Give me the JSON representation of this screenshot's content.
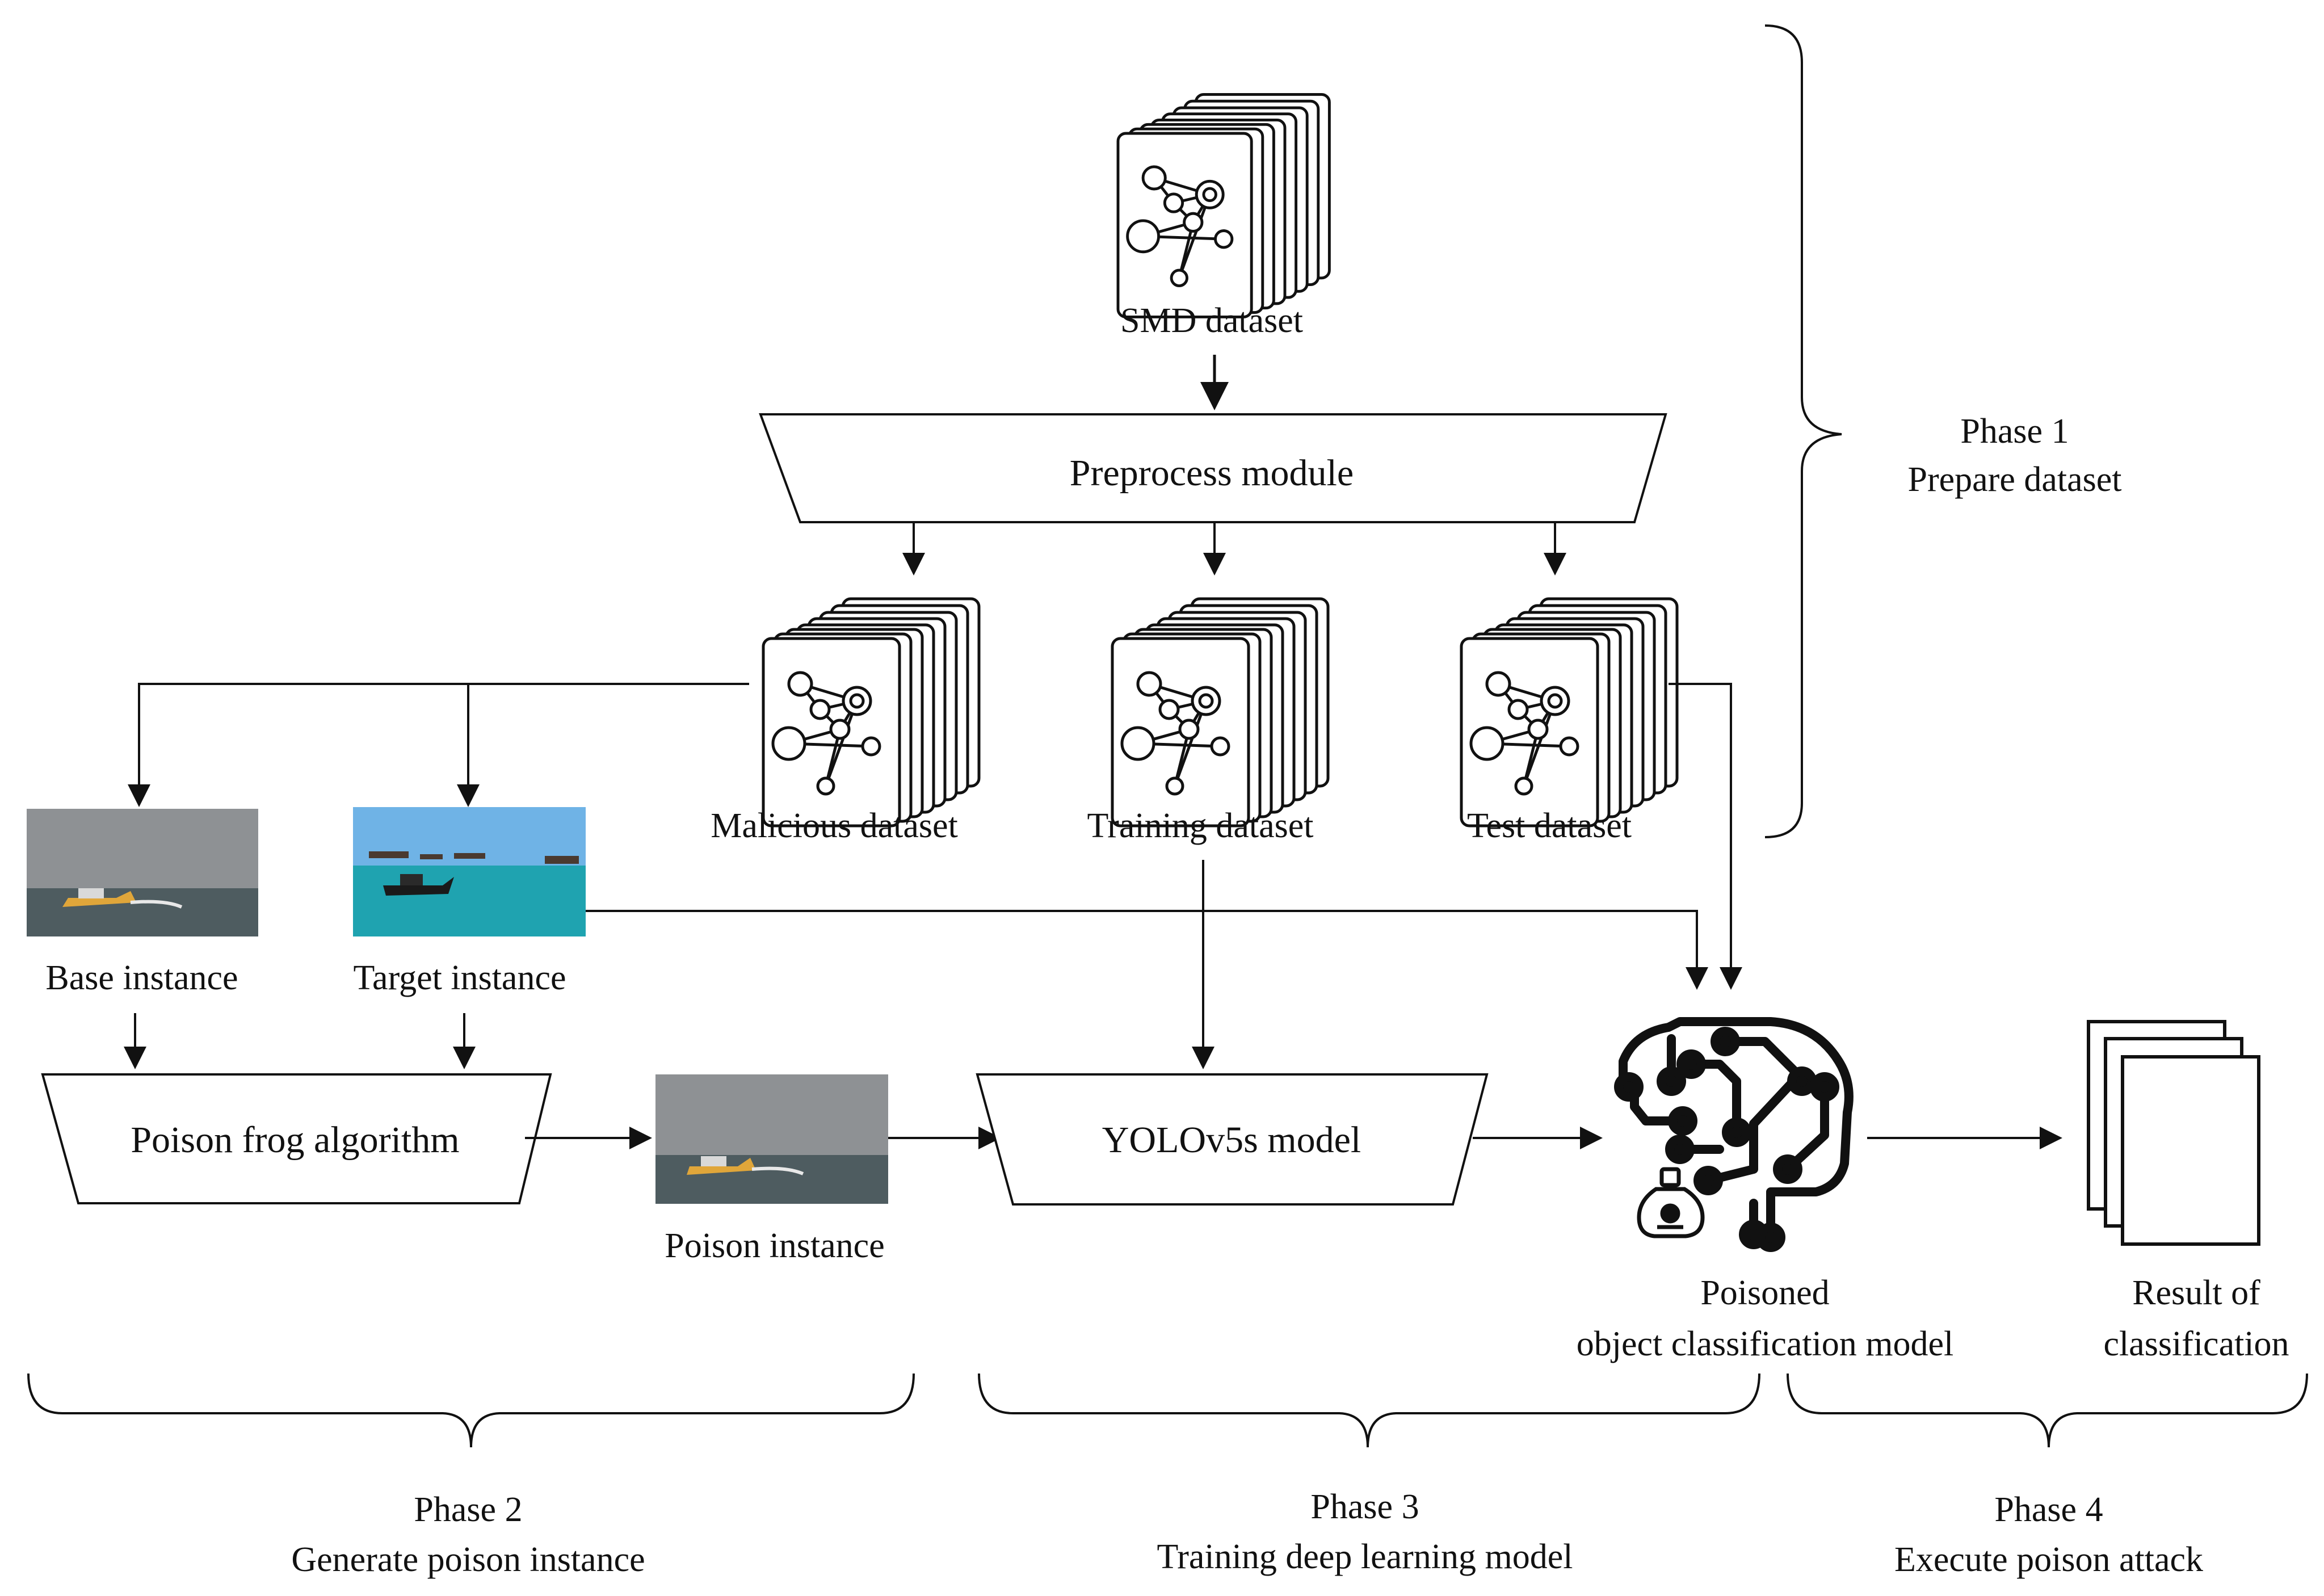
{
  "labels": {
    "smd": "SMD dataset",
    "preprocess": "Preprocess module",
    "malicious": "Malicious dataset",
    "training": "Training dataset",
    "test": "Test dataset",
    "base": "Base instance",
    "target": "Target instance",
    "poison_frog": "Poison frog algorithm",
    "poison_instance": "Poison instance",
    "yolo": "YOLOv5s model",
    "poisoned_model": [
      "Poisoned",
      "object classification model"
    ],
    "result": [
      "Result of",
      "classification"
    ]
  },
  "phases": [
    {
      "title": "Phase 1",
      "subtitle": "Prepare dataset"
    },
    {
      "title": "Phase 2",
      "subtitle": "Generate poison instance"
    },
    {
      "title": "Phase 3",
      "subtitle": "Training deep learning model"
    },
    {
      "title": "Phase 4",
      "subtitle": "Execute poison attack"
    }
  ],
  "icons": {
    "dataset": "dataset-stack-icon",
    "brain": "circuit-brain-icon",
    "poison": "poison-bottle-icon",
    "document": "document-stack-icon"
  },
  "colors": {
    "line": "#111111",
    "sky": "#8e9194",
    "sea_grey": "#4e5c60",
    "target_sky": "#6fb3e6",
    "target_sea": "#1fa3b0",
    "boat_yellow": "#e0a63a"
  }
}
